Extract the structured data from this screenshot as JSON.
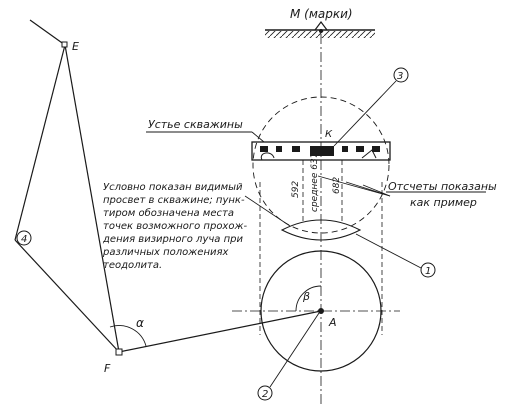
{
  "labels": {
    "mark": "М (марки)",
    "wellhead": "Устье скважины",
    "k_point": "К",
    "e_point": "Е",
    "f_point": "F",
    "a_point": "А",
    "alpha": "α",
    "beta": "β"
  },
  "readings": {
    "r1": "592",
    "r2": "среднее 637",
    "r3": "682"
  },
  "note": {
    "lines": [
      "Условно показан видимый",
      "просвет в скважине; пунк-",
      "тиром обозначена места",
      "точек возможного прохож-",
      "дения визирного луча при",
      "различных положениях",
      "теодолита."
    ]
  },
  "callout": {
    "line1": "Отсчеты показаны",
    "line2": "как пример"
  },
  "markers": {
    "m1": "1",
    "m2": "2",
    "m3": "3",
    "m4": "4"
  }
}
